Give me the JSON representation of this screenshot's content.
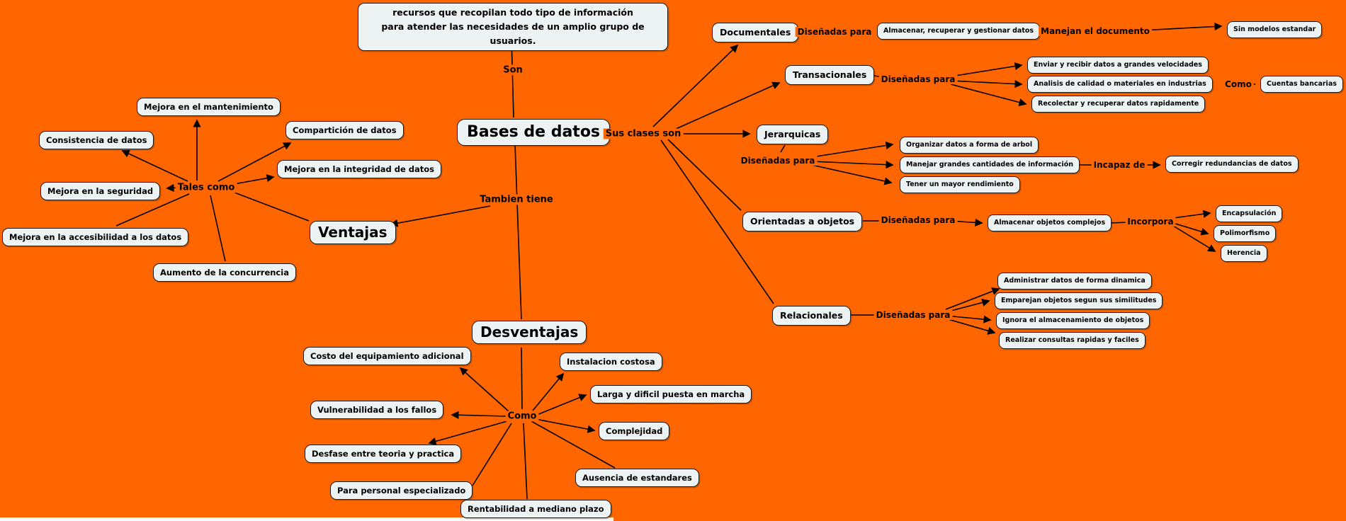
{
  "canvas": {
    "background_color": "#FF6600",
    "node_fill": "#EDF2F2",
    "line_color": "#000000"
  },
  "map": {
    "root": "Bases de datos",
    "definition": {
      "line1": "recursos que recopilan todo tipo de información",
      "line2": "para atender las necesidades de un amplio grupo de usuarios."
    },
    "links": {
      "son": "Son",
      "sus_clases": "Sus clases son",
      "tambien": "Tambien tiene",
      "tales": "Tales como",
      "como": "Como",
      "disenadas": "Diseñadas para",
      "manejan": "Manejan el documento",
      "incapaz": "Incapaz de",
      "incorpora": "Incorpora"
    },
    "ventajas": {
      "title": "Ventajas",
      "items": [
        "Mejora en el mantenimiento",
        "Consistencia de datos",
        "Mejora en la seguridad",
        "Mejora en la accesibilidad a los datos",
        "Aumento de la concurrencia",
        "Compartición de datos",
        "Mejora en la integridad de datos"
      ]
    },
    "desventajas": {
      "title": "Desventajas",
      "items": [
        "Costo del equipamiento adicional",
        "Vulnerabilidad a los fallos",
        "Desfase entre teoria y practica",
        "Para personal especializado",
        "Rentabilidad a mediano plazo",
        "Ausencia de estandares",
        "Complejidad",
        "Larga y dificil puesta en marcha",
        "Instalacion costosa"
      ]
    },
    "clases": {
      "documentales": {
        "name": "Documentales",
        "proposito": "Almacenar, recuperar y gestionar datos",
        "resultado": "Sin modelos estandar"
      },
      "transacionales": {
        "name": "Transacionales",
        "propositos": [
          "Enviar y recibir datos a grandes velocidades",
          "Analisis de calidad o materiales en industrias",
          "Recolectar y recuperar datos rapidamente"
        ],
        "ejemplo": "Cuentas bancarias"
      },
      "jerarquicas": {
        "name": "Jerarquicas",
        "propositos": [
          "Organizar datos a forma de arbol",
          "Manejar grandes cantidades de información",
          "Tener un mayor rendimiento"
        ],
        "limitacion": "Corregir redundancias de datos"
      },
      "orientadas": {
        "name": "Orientadas a objetos",
        "proposito": "Almacenar objetos complejos",
        "incorpora_items": [
          "Encapsulación",
          "Polimorfismo",
          "Herencia"
        ]
      },
      "relacionales": {
        "name": "Relacionales",
        "propositos": [
          "Administrar datos de forma dinamica",
          "Emparejan objetos segun sus similitudes",
          "Ignora el almacenamiento de objetos",
          "Realizar consultas rapidas y faciles"
        ]
      }
    }
  }
}
